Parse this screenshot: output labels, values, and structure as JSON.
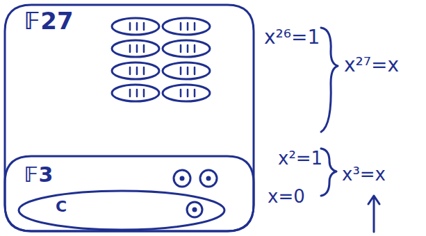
{
  "diagram": {
    "nodes": [
      {
        "text": [
          "𝔽27"
        ]
      },
      {
        "text": [
          "𝔽3"
        ],
        "in": 0
      },
      {
        "text": [
          "C"
        ],
        "in": 1
      }
    ],
    "labels": [
      "x²⁶=1",
      "x²⁷=x",
      "x²=1",
      "x=0",
      "x³=x"
    ]
  }
}
